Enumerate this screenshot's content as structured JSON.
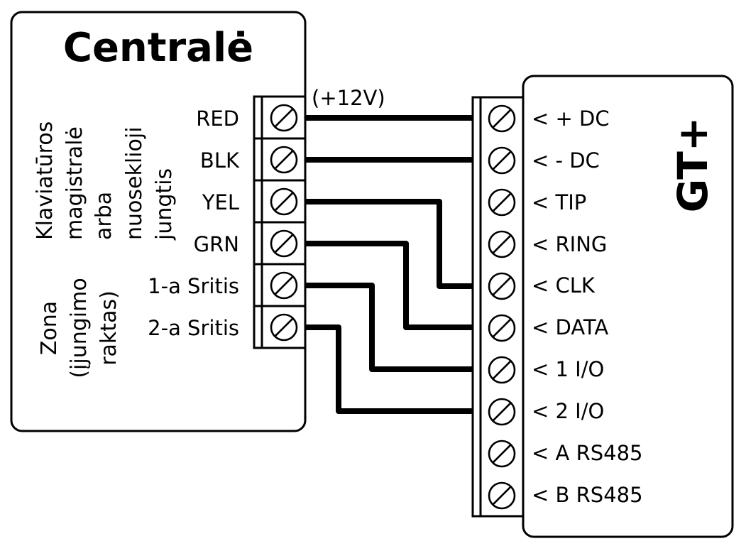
{
  "centrale": {
    "title": "Centralė",
    "group_keypad": {
      "lines": [
        "Klaviatūros",
        "magistralė",
        "arba",
        "nuoseklioji",
        "jungtis"
      ]
    },
    "group_zone": {
      "lines": [
        "Zona",
        "(įjungimo",
        "raktas)"
      ]
    },
    "terminals": [
      {
        "label": "RED"
      },
      {
        "label": "BLK"
      },
      {
        "label": "YEL"
      },
      {
        "label": "GRN"
      },
      {
        "label": "1-a Sritis"
      },
      {
        "label": "2-a Sritis"
      }
    ],
    "voltage_note": "(+12V)"
  },
  "module": {
    "title": "GT+",
    "terminals": [
      {
        "label": "< + DC"
      },
      {
        "label": "< - DC"
      },
      {
        "label": "< TIP"
      },
      {
        "label": "< RING"
      },
      {
        "label": "< CLK"
      },
      {
        "label": "< DATA"
      },
      {
        "label": "< 1 I/O"
      },
      {
        "label": "< 2 I/O"
      },
      {
        "label": "< A RS485"
      },
      {
        "label": "< B RS485"
      }
    ]
  },
  "connections": [
    {
      "from": "RED",
      "to": "< + DC"
    },
    {
      "from": "BLK",
      "to": "< - DC"
    },
    {
      "from": "YEL",
      "to": "< CLK"
    },
    {
      "from": "GRN",
      "to": "< DATA"
    },
    {
      "from": "1-a Sritis",
      "to": "< 1 I/O"
    },
    {
      "from": "2-a Sritis",
      "to": "< 2 I/O"
    }
  ]
}
